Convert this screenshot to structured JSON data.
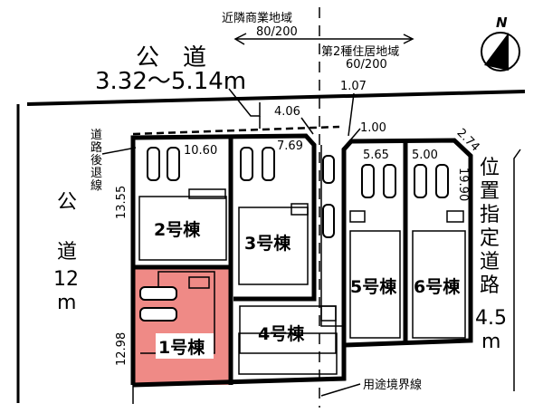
{
  "colors": {
    "lot1_fill": "#ef8a86",
    "line": "#000000"
  },
  "north": {
    "label": "N",
    "icon": "north-arrow-icon"
  },
  "zones": {
    "left_zone": "近隣商業地域",
    "left_ratio": "80/200",
    "right_zone": "第2種住居地域",
    "right_ratio": "60/200",
    "boundary_label": "用途境界線"
  },
  "roads": {
    "top_label": "公　道",
    "top_width": "3.32～5.14m",
    "left_chars": [
      "公",
      "道",
      "12",
      "m"
    ],
    "right_chars": [
      "位",
      "置",
      "指",
      "定",
      "道",
      "路",
      "4.5",
      "m"
    ],
    "setback_chars": [
      "道",
      "路",
      "後",
      "退",
      "線"
    ]
  },
  "dimensions": {
    "d1": "4.06",
    "d2": "1.07",
    "d3": "1.00",
    "d4": "10.60",
    "d5": "7.69",
    "d6": "5.65",
    "d7": "5.00",
    "d8": "2.74",
    "d9": "19.90",
    "d10": "13.55",
    "d11": "12.98"
  },
  "lots": [
    {
      "label": "1号棟",
      "highlighted": true
    },
    {
      "label": "2号棟"
    },
    {
      "label": "3号棟"
    },
    {
      "label": "4号棟"
    },
    {
      "label": "5号棟"
    },
    {
      "label": "6号棟"
    }
  ]
}
